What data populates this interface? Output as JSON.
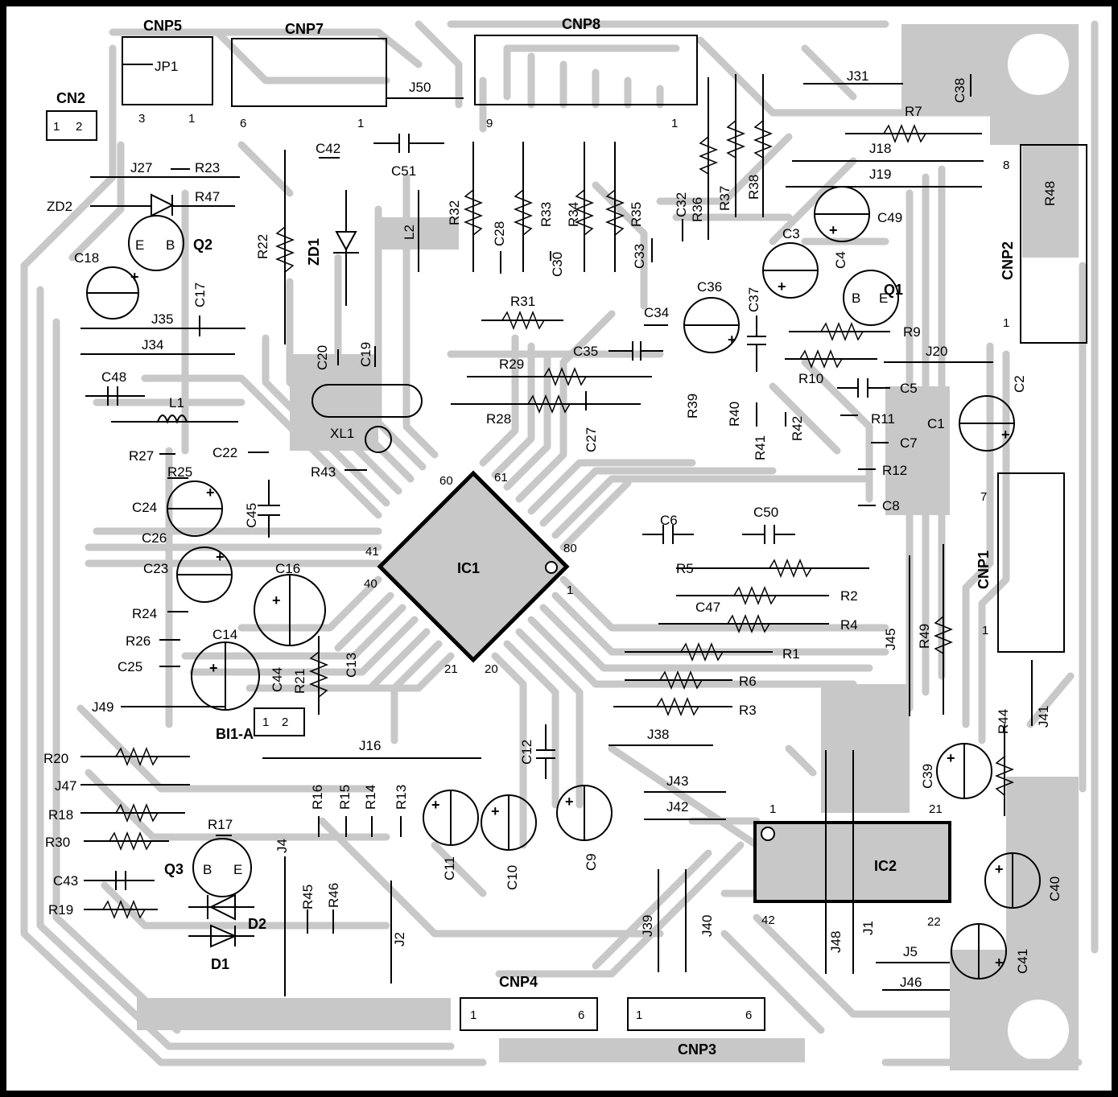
{
  "connectors": {
    "CN2": "CN2",
    "CN2_pins": [
      "1",
      "2"
    ],
    "CNP5": "CNP5",
    "CNP5_pins": [
      "3",
      "1"
    ],
    "JP1": "JP1",
    "CNP7": "CNP7",
    "CNP7_pins": [
      "6",
      "1"
    ],
    "CNP8": "CNP8",
    "CNP8_pins": [
      "9",
      "1"
    ],
    "CNP2": "CNP2",
    "CNP2_pins": [
      "8",
      "1"
    ],
    "CNP1": "CNP1",
    "CNP1_pins": [
      "7",
      "1"
    ],
    "CNP4": "CNP4",
    "CNP4_pins": [
      "1",
      "6"
    ],
    "CNP3": "CNP3",
    "CNP3_pins": [
      "1",
      "6"
    ],
    "BI1A": "BI1-A",
    "BI1A_pins": [
      "1",
      "2"
    ]
  },
  "ics": {
    "IC1": "IC1",
    "IC1_pins": [
      "60",
      "61",
      "41",
      "80",
      "40",
      "1",
      "21",
      "20"
    ],
    "IC2": "IC2",
    "IC2_pins": [
      "1",
      "21",
      "42",
      "22"
    ]
  },
  "labels": {
    "J50": "J50",
    "J31": "J31",
    "R7": "R7",
    "C38": "C38",
    "J18": "J18",
    "J19": "J19",
    "R48": "R48",
    "C42": "C42",
    "C51": "C51",
    "J27": "J27",
    "R23": "R23",
    "ZD2": "ZD2",
    "R47": "R47",
    "Q2": "Q2",
    "E": "E",
    "B": "B",
    "C18": "C18",
    "R22": "R22",
    "ZD1": "ZD1",
    "L2": "L2",
    "R32": "R32",
    "C28": "C28",
    "R33": "R33",
    "R34": "R34",
    "R35": "R35",
    "C32": "C32",
    "R36": "R36",
    "R37": "R37",
    "R38": "R38",
    "C49": "C49",
    "C3": "C3",
    "C4": "C4",
    "Q1": "Q1",
    "C30": "C30",
    "C33": "C33",
    "C17": "C17",
    "J35": "J35",
    "J34": "J34",
    "R31": "R31",
    "C36": "C36",
    "C37": "C37",
    "C34": "C34",
    "R9": "R9",
    "C20": "C20",
    "C19": "C19",
    "C35": "C35",
    "R10": "R10",
    "J20": "J20",
    "C48": "C48",
    "R29": "R29",
    "C5": "C5",
    "C2": "C2",
    "L1": "L1",
    "R28": "R28",
    "C27": "C27",
    "R39": "R39",
    "R40": "R40",
    "R42": "R42",
    "R11": "R11",
    "C1": "C1",
    "XL1": "XL1",
    "R27": "R27",
    "C22": "C22",
    "R41": "R41",
    "C7": "C7",
    "R25": "R25",
    "R43": "R43",
    "R12": "R12",
    "C24": "C24",
    "C45": "C45",
    "C6": "C6",
    "C50": "C50",
    "C8": "C8",
    "C26": "C26",
    "C16": "C16",
    "C23": "C23",
    "R5": "R5",
    "R2": "R2",
    "C47": "C47",
    "R4": "R4",
    "R24": "R24",
    "C14": "C14",
    "R1": "R1",
    "J45": "J45",
    "R49": "R49",
    "R26": "R26",
    "C25": "C25",
    "C44": "C44",
    "R21": "R21",
    "C13": "C13",
    "R6": "R6",
    "J49": "J49",
    "R3": "R3",
    "J41": "J41",
    "R44": "R44",
    "J16": "J16",
    "J38": "J38",
    "C12": "C12",
    "R20": "R20",
    "C39": "C39",
    "J47": "J47",
    "J43": "J43",
    "R18": "R18",
    "R16": "R16",
    "R15": "R15",
    "R14": "R14",
    "R13": "R13",
    "J42": "J42",
    "R17": "R17",
    "R30": "R30",
    "J4": "J4",
    "C11": "C11",
    "C10": "C10",
    "C9": "C9",
    "C40": "C40",
    "Q3": "Q3",
    "C43": "C43",
    "R45": "R45",
    "R46": "R46",
    "R19": "R19",
    "D2": "D2",
    "D1": "D1",
    "J2": "J2",
    "J39": "J39",
    "J40": "J40",
    "J48": "J48",
    "J1": "J1",
    "J5": "J5",
    "C41": "C41",
    "J46": "J46",
    "plus": "+"
  }
}
